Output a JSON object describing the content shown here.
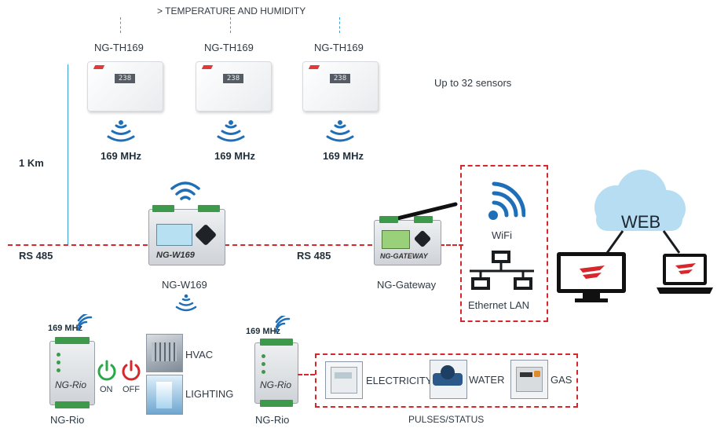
{
  "heading": "> TEMPERATURE AND HUMIDITY",
  "sensors": [
    {
      "name": "NG-TH169",
      "display": "238",
      "freq": "169 MHz"
    },
    {
      "name": "NG-TH169",
      "display": "238",
      "freq": "169 MHz"
    },
    {
      "name": "NG-TH169",
      "display": "238",
      "freq": "169 MHz"
    }
  ],
  "sensor_note": "Up to 32 sensors",
  "distance": "1 Km",
  "bus_left": "RS 485",
  "bus_right": "RS 485",
  "w169": {
    "name": "NG-W169",
    "face": "NG-W169"
  },
  "gateway": {
    "name": "NG-Gateway",
    "face": "NG-GATEWAY"
  },
  "network": {
    "wifi": "WiFi",
    "lan": "Ethernet LAN"
  },
  "web": "WEB",
  "rio_left": {
    "freq": "169 MHz",
    "name": "NG-Rio",
    "face": "NG-Rio"
  },
  "rio_right": {
    "freq": "169 MHz",
    "name": "NG-Rio",
    "face": "NG-Rio"
  },
  "power": {
    "on": "ON",
    "off": "OFF"
  },
  "loads": {
    "hvac": "HVAC",
    "lighting": "LIGHTING"
  },
  "meters": {
    "electricity": "ELECTRICITY",
    "water": "WATER",
    "gas": "GAS"
  },
  "pulses": "PULSES/STATUS",
  "colors": {
    "accent_red": "#d7262c",
    "wifi_blue": "#1f6fb8",
    "cloud_blue": "#b7ddf2",
    "power_green": "#2aa84a"
  }
}
